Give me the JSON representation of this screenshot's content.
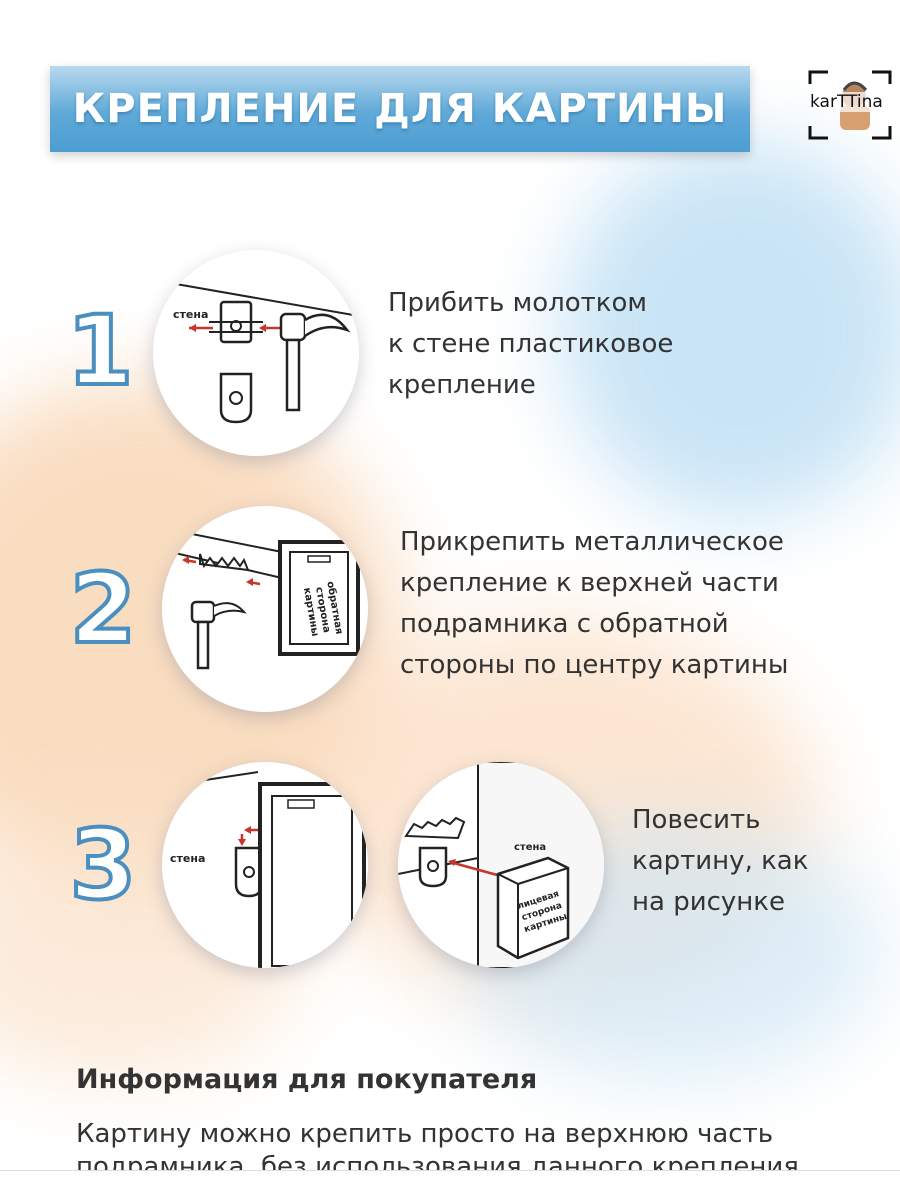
{
  "header": {
    "title": "КРЕПЛЕНИЕ ДЛЯ КАРТИНЫ",
    "logo_text": "karTTina"
  },
  "steps": [
    {
      "number": "1",
      "text": "Прибить молотком\nк стене пластиковое\nкрепление",
      "labels": {
        "wall": "стена"
      }
    },
    {
      "number": "2",
      "text": "Прикрепить металлическое\nкрепление к верхней части\nподрамника с обратной\nстороны по центру картины",
      "labels": {
        "back_side": [
          "обратная",
          "сторона",
          "картины"
        ]
      }
    },
    {
      "number": "3",
      "text": "Повесить\nкартину, как\nна рисунке",
      "labels": {
        "wall": "стена",
        "wall_2": "стена",
        "front_side": [
          "лицевая",
          "сторона",
          "картины"
        ]
      }
    }
  ],
  "info": {
    "title": "Информация для покупателя",
    "body": "Картину можно крепить просто на верхнюю часть подрамника, без использования данного крепления"
  },
  "colors": {
    "banner": "#5fa9d8",
    "number_stroke": "#4a8fc0",
    "arrow_red": "#c8352a",
    "accent_peach": "#f6c9a0",
    "accent_blue": "#a9d3ee"
  }
}
